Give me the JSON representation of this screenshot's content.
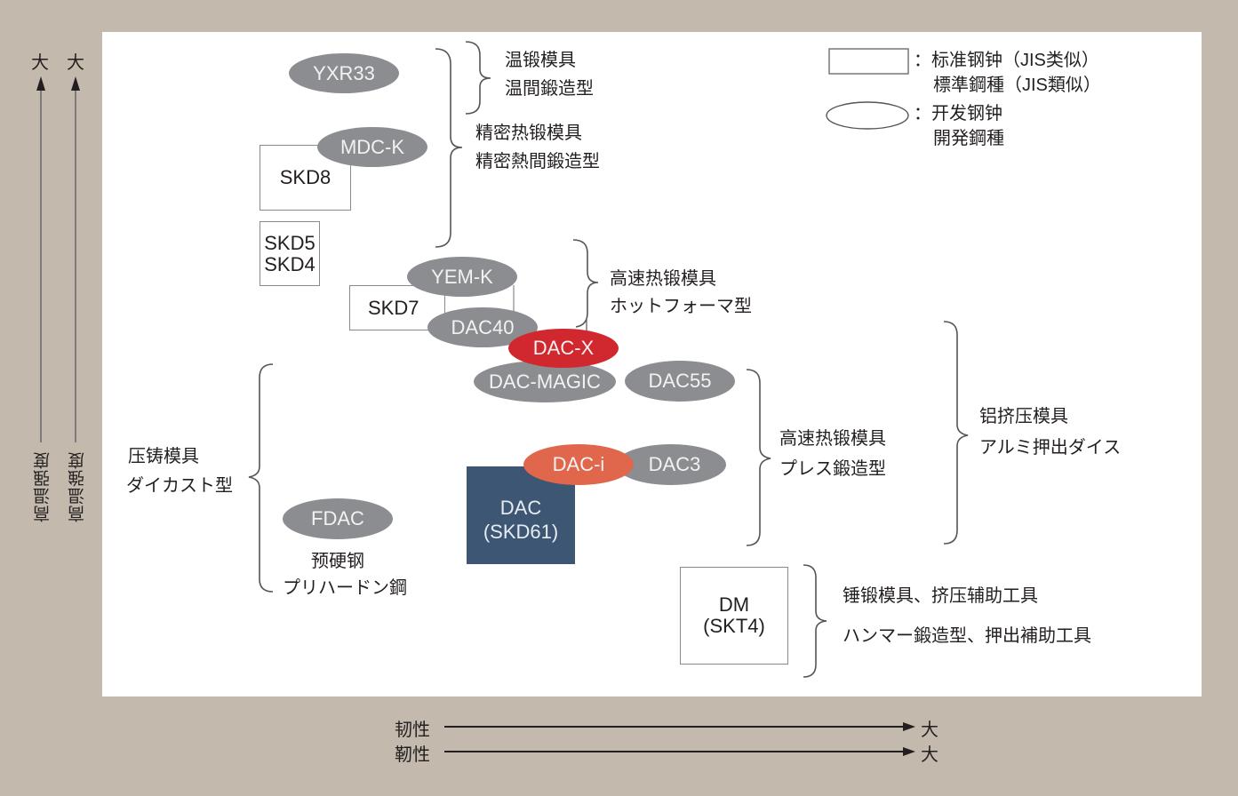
{
  "axes": {
    "y": {
      "label_cn": "高温强度",
      "label_jp": "高温強度",
      "end_label": "大"
    },
    "x": {
      "label_cn": "韧性",
      "label_jp": "靭性",
      "end_label": "大"
    }
  },
  "legend": {
    "standard": {
      "shape": "rectangle",
      "cn": "：标准钢钟（JIS类似）",
      "jp": "標準鋼種（JIS類似）"
    },
    "developed": {
      "shape": "ellipse",
      "cn": "：开发钢钟",
      "jp": "開発鋼種"
    }
  },
  "colors": {
    "background": "#c3baad",
    "panel": "#ffffff",
    "developed_gray": "#8c8d90",
    "dac_x_red": "#d0282e",
    "dac_i_orange": "#e0674c",
    "dac_navy": "#3d5674"
  },
  "steels": {
    "yxr33": "YXR33",
    "mdc_k": "MDC-K",
    "skd8": "SKD8",
    "skd5": "SKD5",
    "skd4": "SKD4",
    "yem_k": "YEM-K",
    "skd7": "SKD7",
    "dac40": "DAC40",
    "dac_x": "DAC-X",
    "dac_magic": "DAC-MAGIC",
    "dac55": "DAC55",
    "dac_i": "DAC-i",
    "dac3": "DAC3",
    "dac_line1": "DAC",
    "dac_line2": "(SKD61)",
    "fdac": "FDAC",
    "dm_line1": "DM",
    "dm_line2": "(SKT4)"
  },
  "applications": {
    "warm_forging": {
      "cn": "温锻模具",
      "jp": "温間鍛造型"
    },
    "precision_hot_forging": {
      "cn": "精密热锻模具",
      "jp": "精密熱間鍛造型"
    },
    "high_speed_hotformer": {
      "cn": "高速热锻模具",
      "jp": "ホットフォーマ型"
    },
    "die_casting": {
      "cn": "压铸模具",
      "jp": "ダイカスト型"
    },
    "prehardened": {
      "cn": "预硬钢",
      "jp": "プリハードン鋼"
    },
    "high_speed_press": {
      "cn": "高速热锻模具",
      "jp": "プレス鍛造型"
    },
    "aluminum_extrusion": {
      "cn": "铝挤压模具",
      "jp": "アルミ押出ダイス"
    },
    "hammer_forging": {
      "cn": "锤锻模具、挤压辅助工具",
      "jp": "ハンマー鍛造型、押出補助工具"
    }
  }
}
